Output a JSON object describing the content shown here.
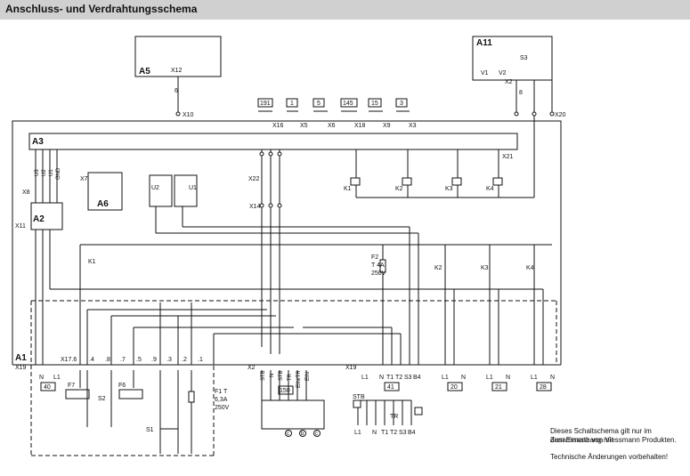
{
  "header": {
    "title": "Anschluss- und Verdrahtungsschema"
  },
  "modules": {
    "a5": "A5",
    "a11": "A11",
    "a3": "A3",
    "a2": "A2",
    "a6": "A6",
    "a1": "A1"
  },
  "connectors": {
    "x12": "X12",
    "x10": "X10",
    "x2_top": "X2",
    "x20": "X20",
    "x16": "X16",
    "x5": "X5",
    "x6": "X6",
    "x18": "X18",
    "x9": "X9",
    "x3": "X3",
    "x21": "X21",
    "x22": "X22",
    "x14": "X14",
    "x7": "X7",
    "x8": "X8",
    "x11": "X11",
    "x19": "X19",
    "x19b": "X19",
    "x17": "X17",
    "x2": "X2"
  },
  "plugs": [
    "191",
    "1",
    "5",
    "145",
    "15",
    "3"
  ],
  "a11_labels": {
    "s3": "S3",
    "v1": "V1",
    "v2": "V2"
  },
  "wire_numbers": {
    "w6": "6",
    "w8": "8"
  },
  "a3_pins": [
    "U3",
    "U2",
    "U1",
    "GND"
  ],
  "relays": [
    "K1",
    "K2",
    "K3",
    "K4"
  ],
  "optocouplers": [
    "U2",
    "U1"
  ],
  "relay_contacts": [
    "K1",
    "K2",
    "K3",
    "K4"
  ],
  "fuse_f2": {
    "name": "F2",
    "rating": "T 4A",
    "voltage": "250V"
  },
  "fuse_f1": {
    "name": "F1 T",
    "rating": "6,3A",
    "voltage": "250V"
  },
  "x17_pins": [
    "X17.6",
    ".4",
    ".8",
    ".7",
    ".5",
    ".9",
    ".3",
    ".2",
    ".1"
  ],
  "x2_pins": [
    "STB",
    "N",
    "STB",
    "TR",
    "EIN/TR",
    "EIN"
  ],
  "x19_pins": [
    "L1",
    "N",
    "T1",
    "T2",
    "S3",
    "B4"
  ],
  "out_group_labels": [
    "N",
    "L1",
    "L1",
    "N",
    "L1",
    "N",
    "L1",
    "N"
  ],
  "terminal_blocks": [
    "40",
    "41",
    "20",
    "21",
    "28",
    "150"
  ],
  "switches": {
    "f7": "F7",
    "s2": "S2",
    "f6": "F6",
    "s1": "S1"
  },
  "circle_marks": [
    "c",
    "b",
    "c"
  ],
  "bottom_plug": {
    "stb": "STB",
    "pins": [
      "L1",
      "N",
      "T1",
      "T2",
      "S3",
      "B4"
    ],
    "tr": "TR"
  },
  "notes": {
    "line1": "Dieses Schaltschema gilt nur im Zusammenhang mit",
    "line2": "dem Einsatz von Viessmann Produkten.",
    "line3": "Technische Änderungen vorbehalten!"
  }
}
